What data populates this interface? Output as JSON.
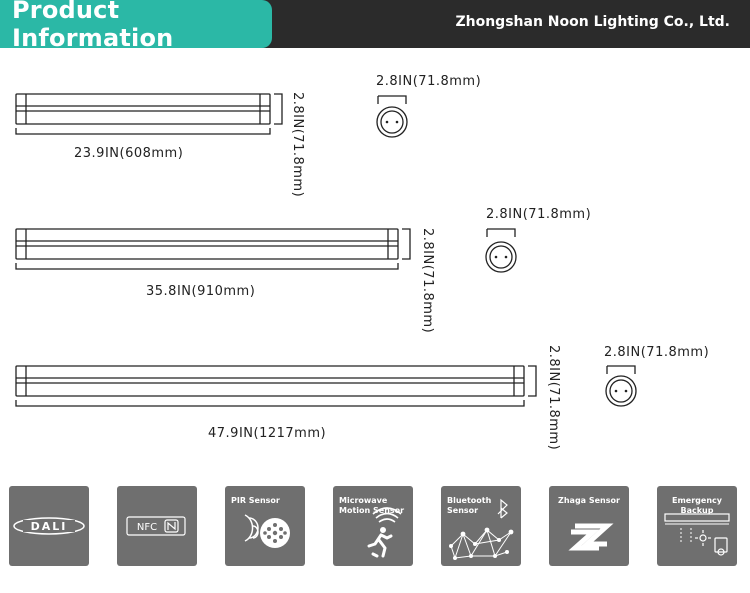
{
  "header": {
    "title": "Product Information",
    "company": "Zhongshan Noon Lighting Co., Ltd."
  },
  "products": [
    {
      "length": "23.9IN(608mm)",
      "height": "2.8IN(71.8mm)",
      "diameter": "2.8IN(71.8mm)"
    },
    {
      "length": "35.8IN(910mm)",
      "height": "2.8IN(71.8mm)",
      "diameter": "2.8IN(71.8mm)"
    },
    {
      "length": "47.9IN(1217mm)",
      "height": "2.8IN(71.8mm)",
      "diameter": "2.8IN(71.8mm)"
    }
  ],
  "features": [
    {
      "label": "",
      "logo_text": "DALI",
      "icon": "dali-logo-icon"
    },
    {
      "label": "",
      "logo_text": "NFC",
      "icon": "nfc-icon"
    },
    {
      "label": "PIR Sensor",
      "icon": "pir-sensor-icon"
    },
    {
      "label": "Microwave Motion Sensor",
      "icon": "microwave-motion-icon"
    },
    {
      "label": "Bluetooth Sensor",
      "icon": "bluetooth-mesh-icon"
    },
    {
      "label": "Zhaga Sensor",
      "icon": "zhaga-icon"
    },
    {
      "label": "Emergency Backup",
      "icon": "emergency-backup-icon"
    }
  ],
  "colors": {
    "accent": "#2bb8a6",
    "header_bg": "#2b2b2b",
    "tile_bg": "#6f6f6f"
  }
}
